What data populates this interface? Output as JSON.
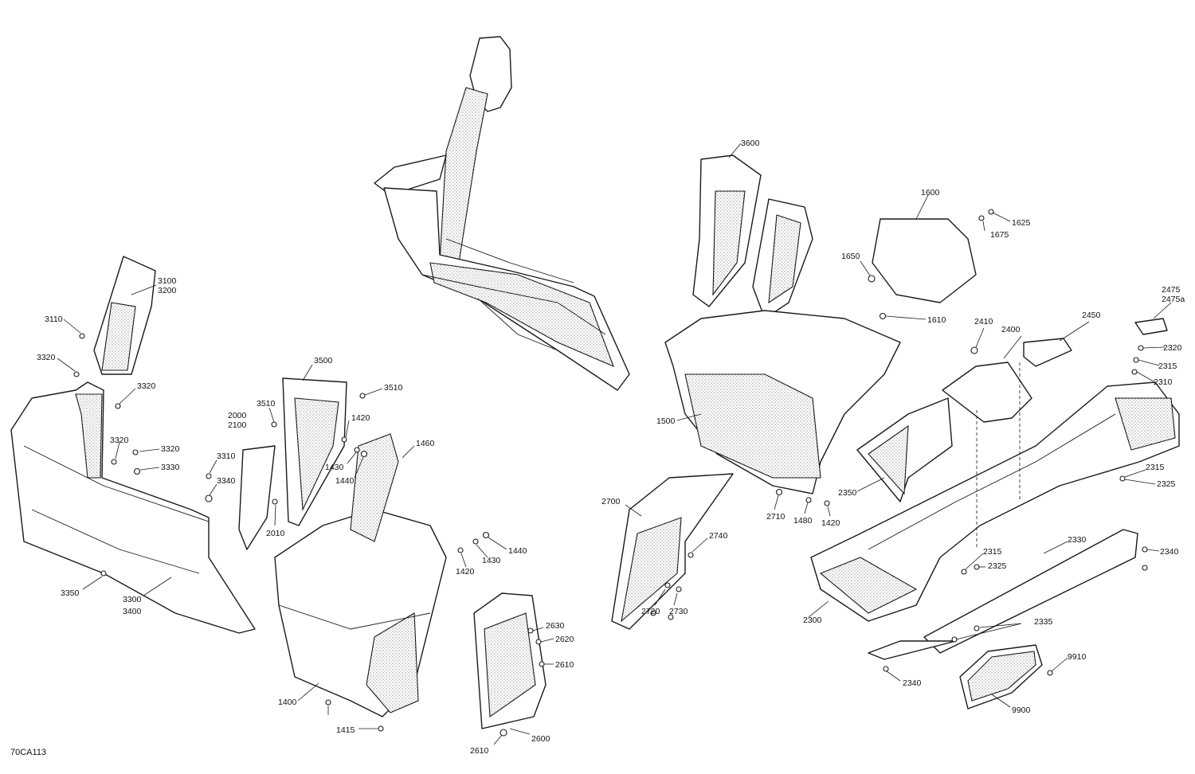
{
  "figure_ref": "70CA113",
  "callouts": [
    {
      "id": "c3100",
      "text": "3100"
    },
    {
      "id": "c3200",
      "text": "3200"
    },
    {
      "id": "c3110",
      "text": "3110"
    },
    {
      "id": "c3320a",
      "text": "3320"
    },
    {
      "id": "c3320b",
      "text": "3320"
    },
    {
      "id": "c3320c",
      "text": "3320"
    },
    {
      "id": "c3320d",
      "text": "3320"
    },
    {
      "id": "c3330",
      "text": "3330"
    },
    {
      "id": "c3310",
      "text": "3310"
    },
    {
      "id": "c3340",
      "text": "3340"
    },
    {
      "id": "c3350",
      "text": "3350"
    },
    {
      "id": "c3300",
      "text": "3300"
    },
    {
      "id": "c3400",
      "text": "3400"
    },
    {
      "id": "c2000",
      "text": "2000"
    },
    {
      "id": "c2100",
      "text": "2100"
    },
    {
      "id": "c2010",
      "text": "2010"
    },
    {
      "id": "c3500",
      "text": "3500"
    },
    {
      "id": "c3510a",
      "text": "3510"
    },
    {
      "id": "c3510b",
      "text": "3510"
    },
    {
      "id": "c1420a",
      "text": "1420"
    },
    {
      "id": "c1430a",
      "text": "1430"
    },
    {
      "id": "c1440a",
      "text": "1440"
    },
    {
      "id": "c1460",
      "text": "1460"
    },
    {
      "id": "c1440b",
      "text": "1440"
    },
    {
      "id": "c1430b",
      "text": "1430"
    },
    {
      "id": "c1420b",
      "text": "1420"
    },
    {
      "id": "c1400",
      "text": "1400"
    },
    {
      "id": "c1415",
      "text": "1415"
    },
    {
      "id": "c2630",
      "text": "2630"
    },
    {
      "id": "c2620",
      "text": "2620"
    },
    {
      "id": "c2610a",
      "text": "2610"
    },
    {
      "id": "c2610b",
      "text": "2610"
    },
    {
      "id": "c2600",
      "text": "2600"
    },
    {
      "id": "c2700",
      "text": "2700"
    },
    {
      "id": "c2740",
      "text": "2740"
    },
    {
      "id": "c2720",
      "text": "2720"
    },
    {
      "id": "c2730",
      "text": "2730"
    },
    {
      "id": "c3600",
      "text": "3600"
    },
    {
      "id": "c1500",
      "text": "1500"
    },
    {
      "id": "c2710",
      "text": "2710"
    },
    {
      "id": "c1480",
      "text": "1480"
    },
    {
      "id": "c1420c",
      "text": "1420"
    },
    {
      "id": "c1600",
      "text": "1600"
    },
    {
      "id": "c1625",
      "text": "1625"
    },
    {
      "id": "c1675",
      "text": "1675"
    },
    {
      "id": "c1650",
      "text": "1650"
    },
    {
      "id": "c1610",
      "text": "1610"
    },
    {
      "id": "c2410",
      "text": "2410"
    },
    {
      "id": "c2400",
      "text": "2400"
    },
    {
      "id": "c2450",
      "text": "2450"
    },
    {
      "id": "c2475",
      "text": "2475"
    },
    {
      "id": "c2475a",
      "text": "2475a"
    },
    {
      "id": "c2320",
      "text": "2320"
    },
    {
      "id": "c2315a",
      "text": "2315"
    },
    {
      "id": "c2310",
      "text": "2310"
    },
    {
      "id": "c2315b",
      "text": "2315"
    },
    {
      "id": "c2325a",
      "text": "2325"
    },
    {
      "id": "c2350",
      "text": "2350"
    },
    {
      "id": "c2330",
      "text": "2330"
    },
    {
      "id": "c2340a",
      "text": "2340"
    },
    {
      "id": "c2315c",
      "text": "2315"
    },
    {
      "id": "c2325b",
      "text": "2325"
    },
    {
      "id": "c2300",
      "text": "2300"
    },
    {
      "id": "c2335",
      "text": "2335"
    },
    {
      "id": "c9910",
      "text": "9910"
    },
    {
      "id": "c2340b",
      "text": "2340"
    },
    {
      "id": "c9900",
      "text": "9900"
    }
  ]
}
